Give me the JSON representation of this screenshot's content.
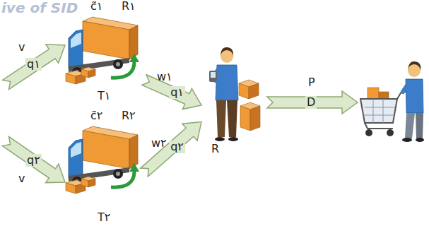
{
  "diagram": {
    "nodes": [
      {
        "text": [
          "c̃۱",
          "R۱",
          "T۱"
        ]
      },
      {
        "text": [
          "c̃۲",
          "R۲",
          "T۲"
        ]
      },
      {
        "text": [
          "R"
        ]
      }
    ],
    "edges": [
      {
        "from": 0,
        "to": 2,
        "label": "q۱",
        "arrow": "to"
      },
      {
        "from": 1,
        "to": 2,
        "label": "q۲",
        "arrow": "to"
      }
    ],
    "labels": [
      "ive of SID",
      "v",
      "q۱",
      "v",
      "q۲",
      "w۱",
      "w۲",
      "P",
      "D"
    ]
  }
}
